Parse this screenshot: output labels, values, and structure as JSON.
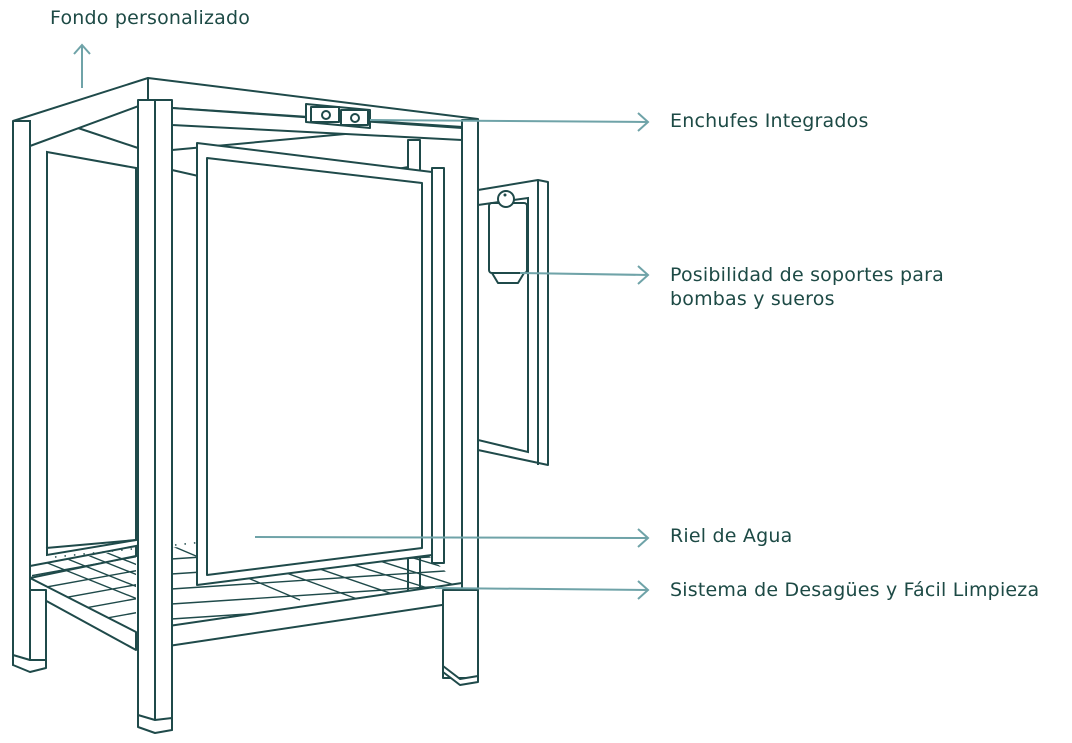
{
  "colors": {
    "line": "#1f4a4a",
    "callout": "#6fa3a8",
    "text": "#1d4a45"
  },
  "labels": {
    "fondo": "Fondo personalizado",
    "enchufes": "Enchufes Integrados",
    "soportes_1": "Posibilidad de soportes para",
    "soportes_2": "bombas y sueros",
    "riel": "Riel de Agua",
    "desagues": "Sistema de Desagües y Fácil Limpieza"
  }
}
